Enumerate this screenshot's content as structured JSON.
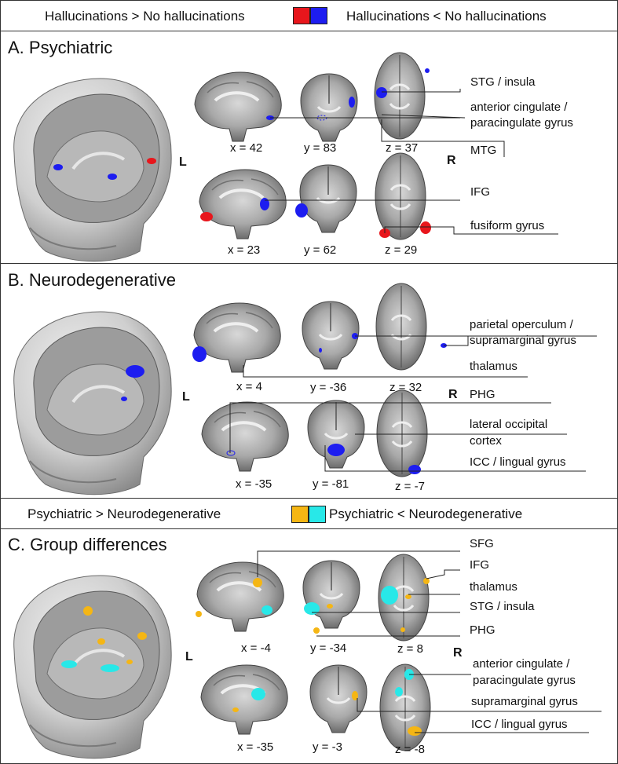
{
  "legend_top": {
    "left_text": "Hallucinations > No hallucinations",
    "right_text": "Hallucinations < No hallucinations",
    "colors": {
      "increase": "#e8161c",
      "decrease": "#1d1df0"
    }
  },
  "legend_mid": {
    "left_text": "Psychiatric > Neurodegenerative",
    "right_text": "Psychiatric < Neurodegenerative",
    "colors": {
      "increase": "#f5b614",
      "decrease": "#28e8e8"
    }
  },
  "orientation": {
    "left": "L",
    "right": "R"
  },
  "sections": [
    {
      "title": "A. Psychiatric",
      "coords": [
        "x = 42",
        "y = 83",
        "z = 37",
        "x = 23",
        "y = 62",
        "z = 29"
      ],
      "regions": [
        "STG / insula",
        "anterior cingulate /",
        "paracingulate gyrus",
        "MTG",
        "IFG",
        "fusiform gyrus"
      ]
    },
    {
      "title": "B. Neurodegenerative",
      "coords": [
        "x = 4",
        "y = -36",
        "z = 32",
        "x = -35",
        "y = -81",
        "z = -7"
      ],
      "regions": [
        "parietal operculum /",
        "supramarginal gyrus",
        "thalamus",
        "PHG",
        "lateral occipital",
        "cortex",
        "ICC / lingual gyrus"
      ]
    },
    {
      "title": "C. Group differences",
      "coords": [
        "x = -4",
        "y = -34",
        "z = 8",
        "x = -35",
        "y = -3",
        "z = -8"
      ],
      "regions": [
        "SFG",
        "IFG",
        "thalamus",
        "STG / insula",
        "PHG",
        "anterior cingulate /",
        "paracingulate gyrus",
        "supramarginal gyrus",
        "ICC / lingual gyrus"
      ]
    }
  ]
}
